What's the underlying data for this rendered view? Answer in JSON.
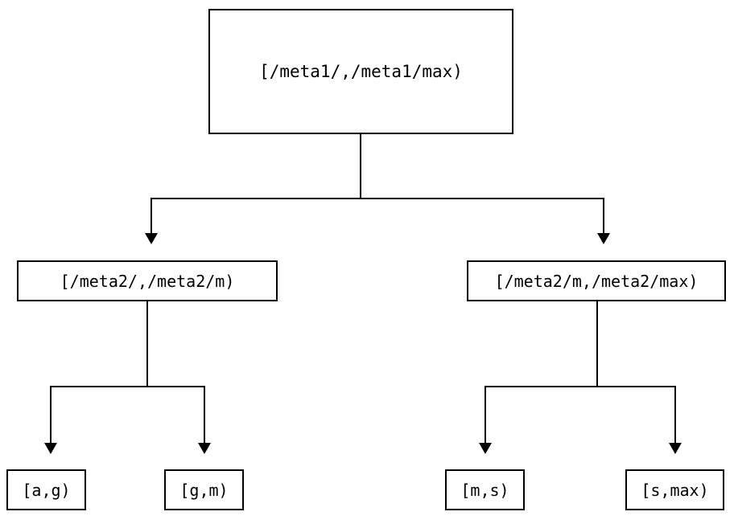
{
  "diagram": {
    "type": "tree",
    "title": "",
    "orientation": "top-down",
    "colors": {
      "node_border": "#000000",
      "node_fill": "#ffffff",
      "edge": "#000000",
      "text": "#000000",
      "background": "#ffffff"
    },
    "nodes": {
      "root": {
        "id": "root",
        "label": "[/meta1/,/meta1/max)"
      },
      "mid": [
        {
          "id": "mid-left",
          "label": "[/meta2/,/meta2/m)"
        },
        {
          "id": "mid-right",
          "label": "[/meta2/m,/meta2/max)"
        }
      ],
      "leaves": [
        {
          "id": "leaf-0",
          "label": "[a,g)"
        },
        {
          "id": "leaf-1",
          "label": "[g,m)"
        },
        {
          "id": "leaf-2",
          "label": "[m,s)"
        },
        {
          "id": "leaf-3",
          "label": "[s,max)"
        }
      ]
    },
    "edges": [
      {
        "from": "root",
        "to": "mid-left",
        "arrow": "down"
      },
      {
        "from": "root",
        "to": "mid-right",
        "arrow": "down"
      },
      {
        "from": "mid-left",
        "to": "leaf-0",
        "arrow": "down"
      },
      {
        "from": "mid-left",
        "to": "leaf-1",
        "arrow": "down"
      },
      {
        "from": "mid-right",
        "to": "leaf-2",
        "arrow": "down"
      },
      {
        "from": "mid-right",
        "to": "leaf-3",
        "arrow": "down"
      }
    ]
  }
}
